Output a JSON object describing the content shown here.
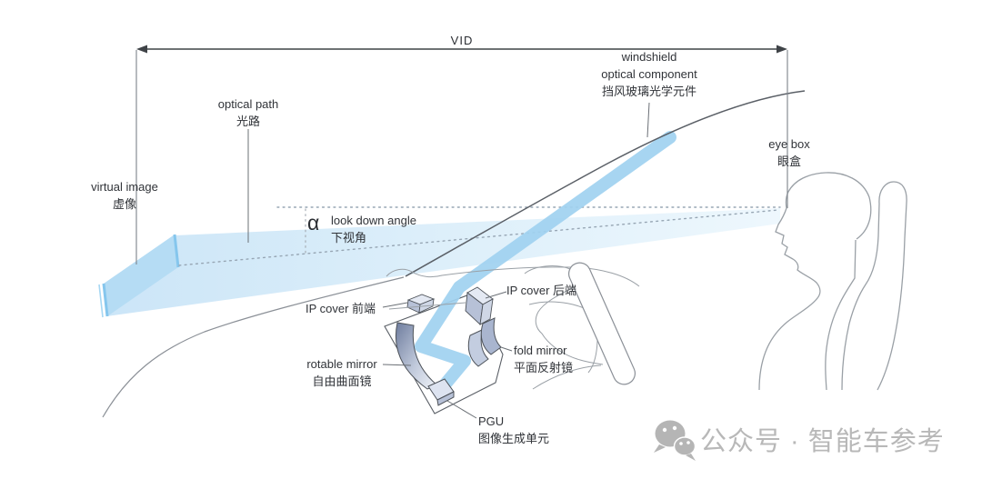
{
  "diagram": {
    "vid": {
      "label": "VID"
    },
    "windshield": {
      "en1": "windshield",
      "en2": "optical component",
      "cn": "挡风玻璃光学元件"
    },
    "optical_path": {
      "en": "optical path",
      "cn": "光路"
    },
    "virtual_image": {
      "en": "virtual image",
      "cn": "虚像"
    },
    "eye_box": {
      "en": "eye box",
      "cn": "眼盒"
    },
    "look_down_angle": {
      "symbol": "α",
      "en": "look down angle",
      "cn": "下视角"
    },
    "ip_cover_front": {
      "label": "IP cover 前端"
    },
    "ip_cover_rear": {
      "label": "IP cover 后端"
    },
    "rotable_mirror": {
      "en": "rotable mirror",
      "cn": "自由曲面镜"
    },
    "fold_mirror": {
      "en": "fold mirror",
      "cn": "平面反射镜"
    },
    "pgu": {
      "en": "PGU",
      "cn": "图像生成单元"
    }
  },
  "watermark": {
    "icon": "wechat-icon",
    "text": "公众号 · 智能车参考"
  },
  "colors": {
    "beam_blue": "#a0d1f0",
    "frustum_blue_left": "#c9e4f7",
    "frustum_blue_right": "#edf7fd",
    "virtual_image_plane_blue": "#b5dcf4",
    "plane_edge_blue": "#85c6ed",
    "mirror_dark": "#6f7d9e",
    "slab_fill": "#b7c1d7",
    "slab_top": "#e4e9f3",
    "outline_gray": "#8b9097",
    "windshield_line": "#5a5f66",
    "label_dark": "#303338",
    "watermark_gray": "#b8b8b8"
  }
}
